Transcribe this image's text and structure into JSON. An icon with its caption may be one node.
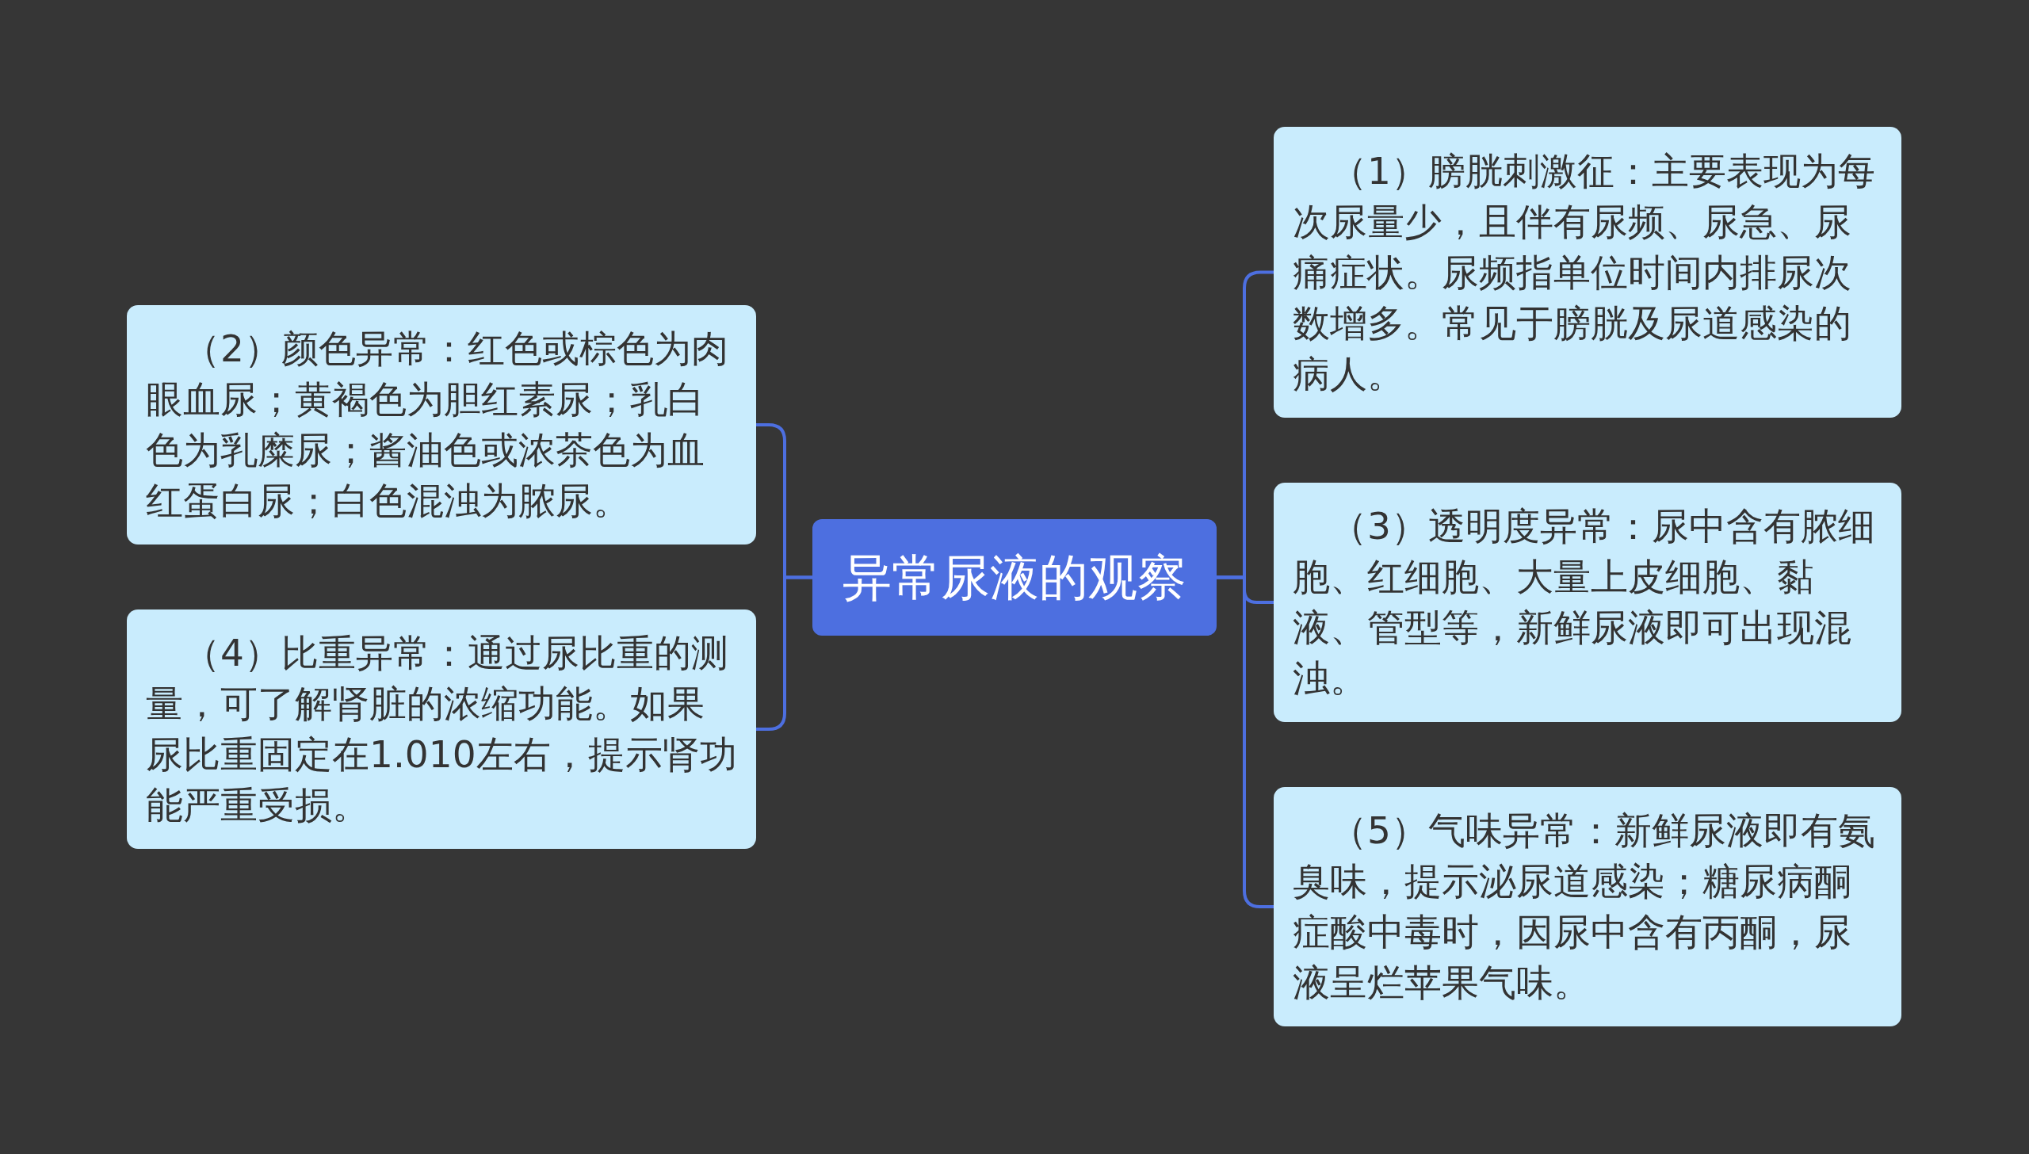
{
  "diagram": {
    "nodes": [
      {
        "text": [
          "异常尿液的观察"
        ]
      },
      {
        "text": [
          "（2）颜色异常：红色或棕色为肉眼血尿；黄褐色为胆红素尿；乳白色为乳糜尿；酱油色或浓茶色为血红蛋白尿；白色混浊为脓尿。"
        ]
      },
      {
        "text": [
          "（4）比重异常：通过尿比重的测量，可了解肾脏的浓缩功能。如果尿比重固定在1.010左右，提示肾功能严重受损。"
        ]
      },
      {
        "text": [
          "（1）膀胱刺激征：主要表现为每次尿量少，且伴有尿频、尿急、尿痛症状。尿频指单位时间内排尿次数增多。常见于膀胱及尿道感染的病人。"
        ]
      },
      {
        "text": [
          "（3）透明度异常：尿中含有脓细胞、红细胞、大量上皮细胞、黏液、管型等，新鲜尿液即可出现混浊。"
        ]
      },
      {
        "text": [
          "（5）气味异常：新鲜尿液即有氨臭味，提示泌尿道感染；糖尿病酮症酸中毒时，因尿中含有丙酮，尿液呈烂苹果气味。"
        ]
      }
    ],
    "edges": [
      {
        "from": 0,
        "to": 1,
        "arrow": "none"
      },
      {
        "from": 0,
        "to": 2,
        "arrow": "none"
      },
      {
        "from": 0,
        "to": 3,
        "arrow": "none"
      },
      {
        "from": 0,
        "to": 4,
        "arrow": "none"
      },
      {
        "from": 0,
        "to": 5,
        "arrow": "none"
      }
    ]
  }
}
